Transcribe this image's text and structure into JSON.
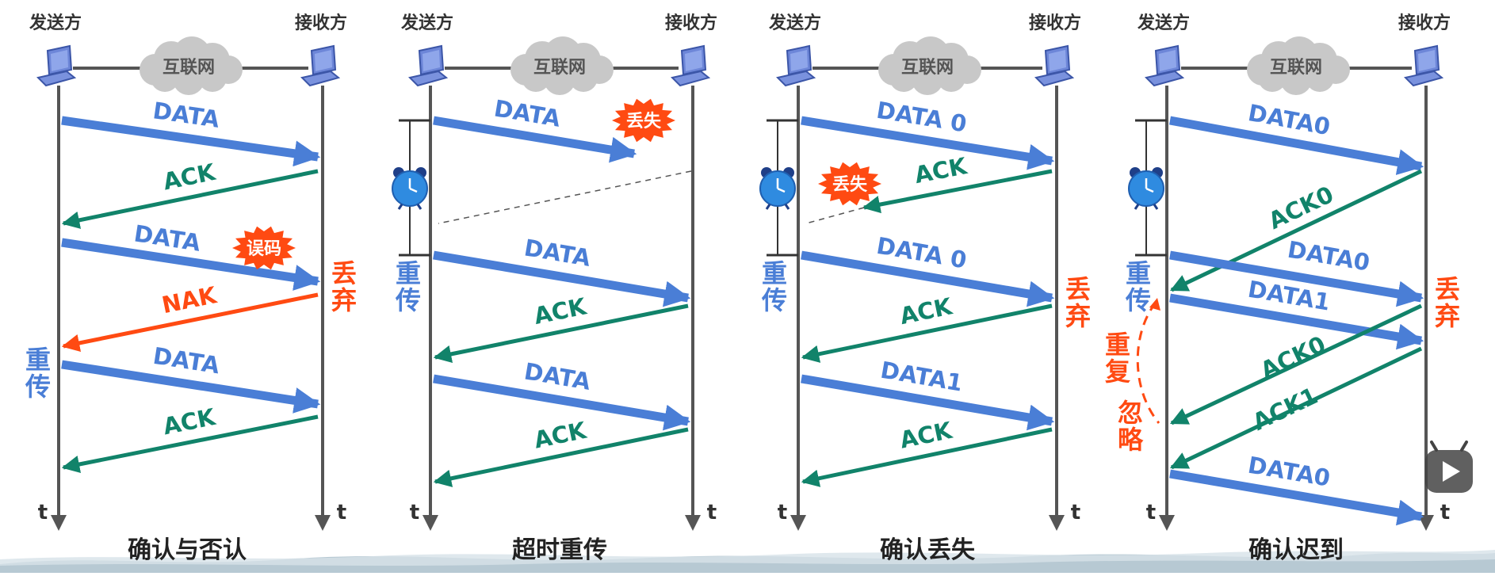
{
  "colors": {
    "data": "#4A7ED6",
    "ack": "#11836A",
    "nak": "#FF4A12",
    "discard": "#FF4A12",
    "retransmit": "#4A7ED6",
    "burst": "#FF4A12",
    "axis": "#555555",
    "timer_blue": "#2F8BE0",
    "cloud": "#C8C8C8"
  },
  "common": {
    "sender": "发送方",
    "receiver": "接收方",
    "network": "互联网",
    "time_axis": "t"
  },
  "panels": [
    {
      "caption": "确认与否认",
      "arrows": [
        {
          "type": "data",
          "label": "DATA"
        },
        {
          "type": "ack",
          "label": "ACK"
        },
        {
          "type": "data",
          "label": "DATA",
          "burst": "误码"
        },
        {
          "type": "nak",
          "label": "NAK"
        },
        {
          "type": "data",
          "label": "DATA"
        },
        {
          "type": "ack",
          "label": "ACK"
        }
      ],
      "discard": "丢弃",
      "retransmit": "重传"
    },
    {
      "caption": "超时重传",
      "arrows": [
        {
          "type": "data",
          "label": "DATA",
          "burst": "丢失"
        },
        {
          "type": "data",
          "label": "DATA"
        },
        {
          "type": "ack",
          "label": "ACK"
        },
        {
          "type": "data",
          "label": "DATA"
        },
        {
          "type": "ack",
          "label": "ACK"
        }
      ],
      "retransmit": "重传"
    },
    {
      "caption": "确认丢失",
      "arrows": [
        {
          "type": "data",
          "label": "DATA 0"
        },
        {
          "type": "ack",
          "label": "ACK",
          "burst": "丢失"
        },
        {
          "type": "data",
          "label": "DATA 0"
        },
        {
          "type": "ack",
          "label": "ACK"
        },
        {
          "type": "data",
          "label": "DATA1"
        },
        {
          "type": "ack",
          "label": "ACK"
        }
      ],
      "discard": "丢弃",
      "retransmit": "重传"
    },
    {
      "caption": "确认迟到",
      "arrows": [
        {
          "type": "data",
          "label": "DATA0"
        },
        {
          "type": "ack",
          "label": "ACK0"
        },
        {
          "type": "data",
          "label": "DATA0"
        },
        {
          "type": "data",
          "label": "DATA1"
        },
        {
          "type": "ack",
          "label": "ACK0"
        },
        {
          "type": "ack",
          "label": "ACK1"
        },
        {
          "type": "data",
          "label": "DATA0"
        }
      ],
      "discard": "丢弃",
      "retransmit": "重传",
      "duplicate": "重复",
      "ignore": "忽略"
    }
  ]
}
